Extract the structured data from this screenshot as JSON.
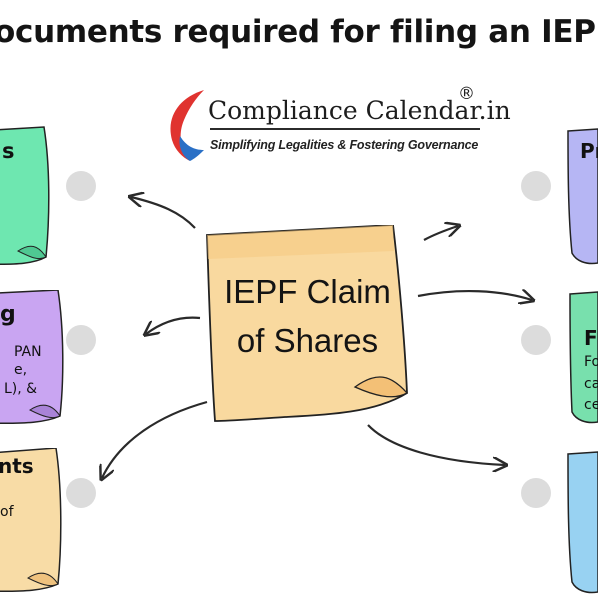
{
  "title": "ocuments required for filing an IEPF",
  "logo": {
    "name": "Compliance Calendar.in",
    "reg": "®",
    "tagline": "Simplifying Legalities & Fostering Governance"
  },
  "center": {
    "line1": "IEPF Claim",
    "line2": "of Shares"
  },
  "left_notes": [
    {
      "heading": "s",
      "lines": [],
      "color": "#6ee7b0"
    },
    {
      "heading": "g",
      "lines": [
        "PAN",
        "e,",
        "L), &"
      ],
      "color": "#c9a5f2"
    },
    {
      "heading": "nts",
      "lines": [
        "of"
      ],
      "color": "#f8dca6"
    }
  ],
  "right_notes": [
    {
      "heading": "Pr",
      "lines": [],
      "color": "#b6b6f4"
    },
    {
      "heading": "F",
      "lines": [
        "Fo",
        "ca",
        "ce"
      ],
      "color": "#78e0ad"
    },
    {
      "heading": "",
      "lines": [],
      "color": "#98d2f2"
    }
  ],
  "colors": {
    "center_note": "#f9d99f",
    "center_fold": "#f3c076",
    "logo_red": "#e0332f",
    "logo_blue": "#2a70c6"
  }
}
